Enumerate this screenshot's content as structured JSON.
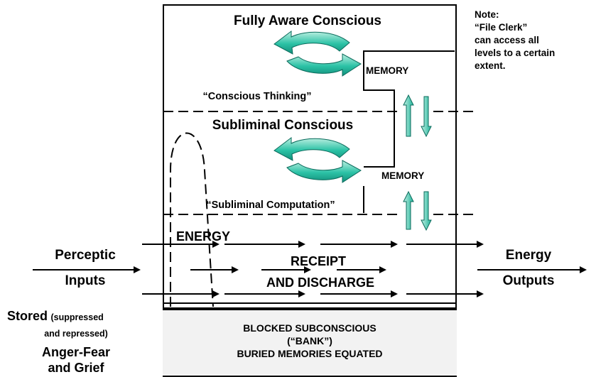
{
  "levels": {
    "top_title": "Fully Aware Conscious",
    "top_caption": "“Conscious Thinking”",
    "mid_title": "Subliminal Conscious",
    "mid_caption": "“Subliminal Computation”",
    "memory_1": "MEMORY",
    "memory_2": "MEMORY"
  },
  "flow": {
    "energy": "ENERGY",
    "receipt": "RECEIPT",
    "discharge": "AND DISCHARGE"
  },
  "inputs": {
    "line1": "Perceptic",
    "line2": "Inputs"
  },
  "outputs": {
    "line1": "Energy",
    "line2": "Outputs"
  },
  "stored": {
    "word": "Stored",
    "paren1": "(suppressed",
    "paren2": "and repressed)",
    "line3": "Anger-Fear",
    "line4": "and Grief"
  },
  "bank": {
    "line1": "BLOCKED SUBCONSCIOUS",
    "line2": "(“BANK”)",
    "line3": "BURIED MEMORIES EQUATED"
  },
  "note": {
    "line1": "Note:",
    "line2": "“File Clerk”",
    "line3": "can access all",
    "line4": "levels to a certain",
    "line5": "extent."
  },
  "colors": {
    "cycle_arrow": "#1fb39a",
    "cycle_arrow_highlight": "#bff0e2",
    "bank_fill": "#f2f2f2"
  }
}
